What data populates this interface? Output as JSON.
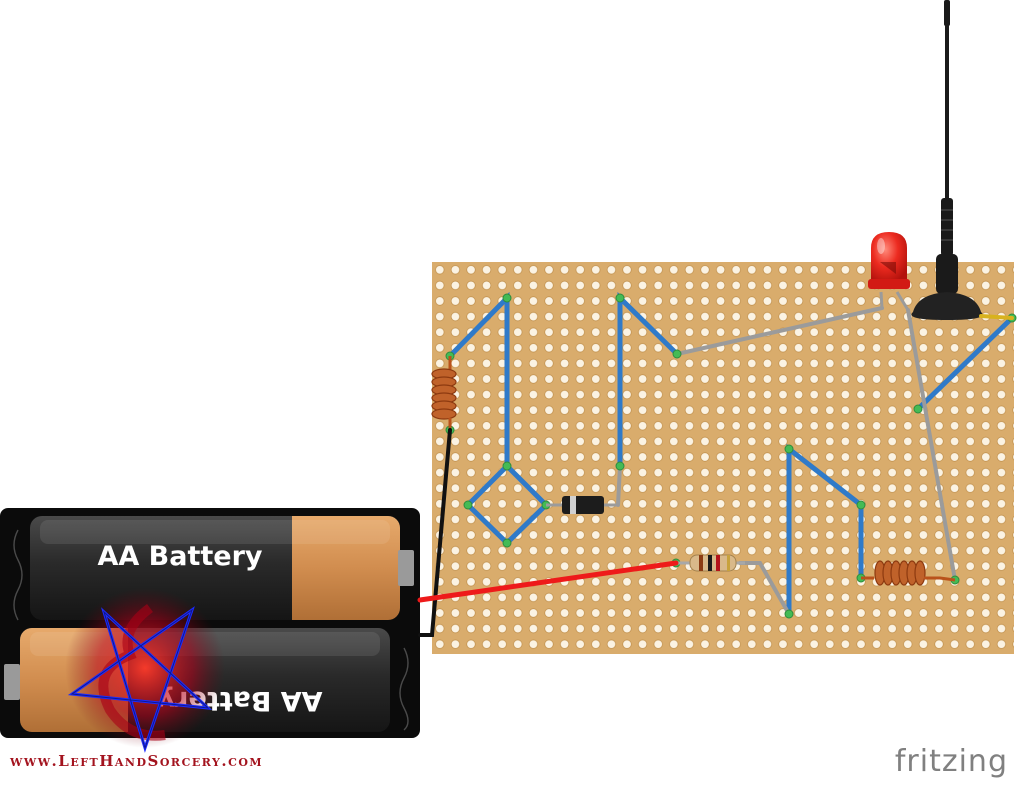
{
  "battery_pack": {
    "cell_top_label": "AA Battery",
    "cell_bottom_label": "AA Battery"
  },
  "watermark": {
    "site": "www.LeftHandSorcery.com",
    "tool": "fritzing"
  },
  "colors": {
    "board": "#d9ac6c",
    "hole": "#fbf3e3",
    "trace": "#2f7ac9",
    "jumper": "#9b9b9b",
    "wire_red": "#ee1a1a",
    "wire_black": "#111111",
    "coil": "#b9521b",
    "led": "#e8271f"
  },
  "icons": [
    "battery-holder",
    "copper-coil",
    "diode",
    "resistor",
    "led",
    "antenna",
    "pentagram-logo"
  ]
}
